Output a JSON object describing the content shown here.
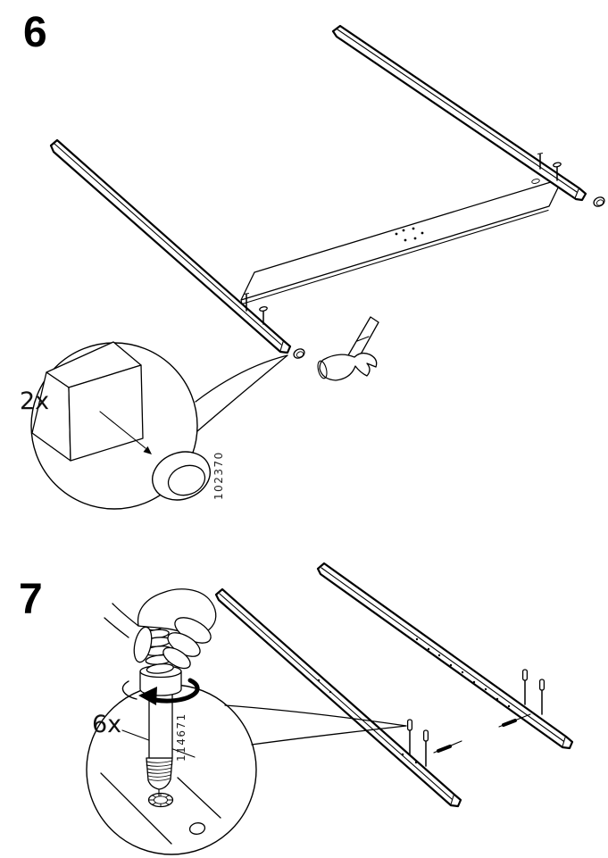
{
  "page": {
    "background_color": "#ffffff",
    "line_color": "#000000",
    "document_type": "assembly-instruction-page"
  },
  "icons": {
    "step6_tool": "hammer-icon",
    "step6_part": "nail-cap-icon",
    "step7_action": "hand-screwing-icon",
    "step7_part": "double-ended-bolt-icon"
  },
  "steps": [
    {
      "number": "6",
      "quantity_label": "2x",
      "part_number": "102370"
    },
    {
      "number": "7",
      "quantity_label": "6x",
      "part_number": "114671"
    }
  ]
}
